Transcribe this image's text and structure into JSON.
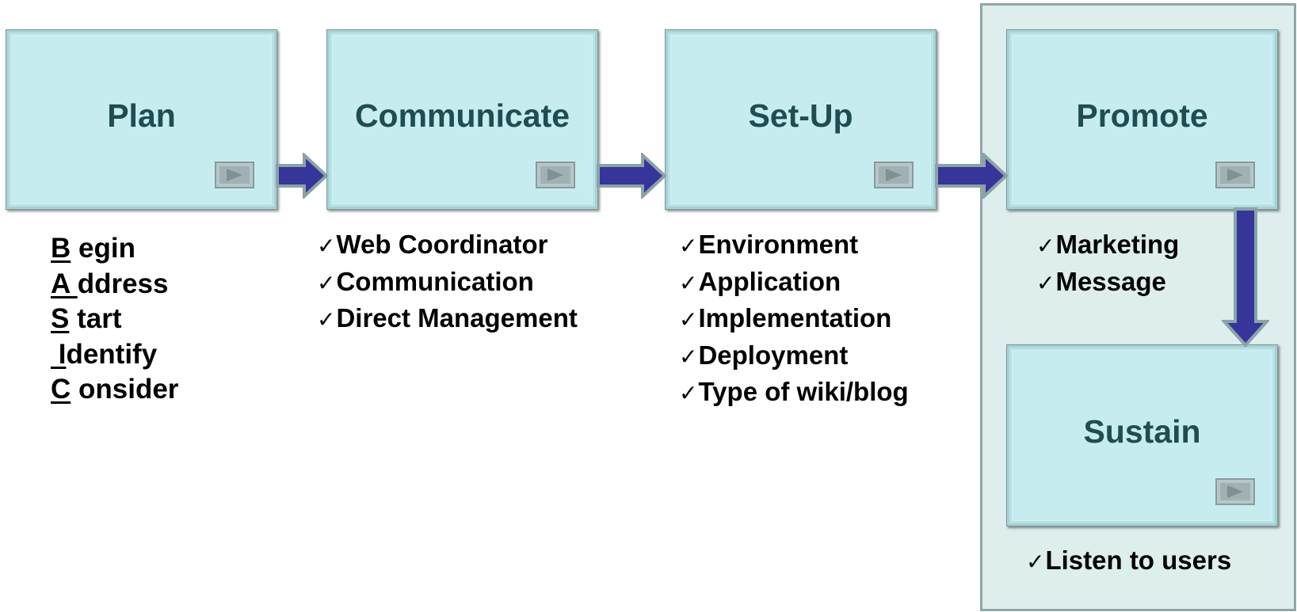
{
  "steps": [
    {
      "label": "Plan"
    },
    {
      "label": "Communicate"
    },
    {
      "label": "Set-Up"
    },
    {
      "label": "Promote"
    },
    {
      "label": "Sustain"
    }
  ],
  "play_icon": "play-icon",
  "check_glyph": "✓",
  "plan_acronym": [
    {
      "letter": "B",
      "rest": " egin"
    },
    {
      "letter": "A ",
      "rest": "ddress"
    },
    {
      "letter": "S",
      "rest": " tart"
    },
    {
      "letter": " I",
      "rest": "dentify"
    },
    {
      "letter": "C",
      "rest": " onsider"
    }
  ],
  "communicate_items": [
    "Web Coordinator",
    "Communication",
    "Direct Management"
  ],
  "setup_items": [
    "Environment",
    "Application",
    "Implementation",
    "Deployment",
    "Type of wiki/blog"
  ],
  "promote_items": [
    "Marketing",
    "Message"
  ],
  "sustain_items": [
    "Listen to users"
  ],
  "colors": {
    "box_fill": "#c7ecef",
    "label_text": "#1e4d52",
    "arrow_fill": "#35359a",
    "arrow_outline": "#8aa3a6",
    "panel_fill": "#ddeeed"
  }
}
